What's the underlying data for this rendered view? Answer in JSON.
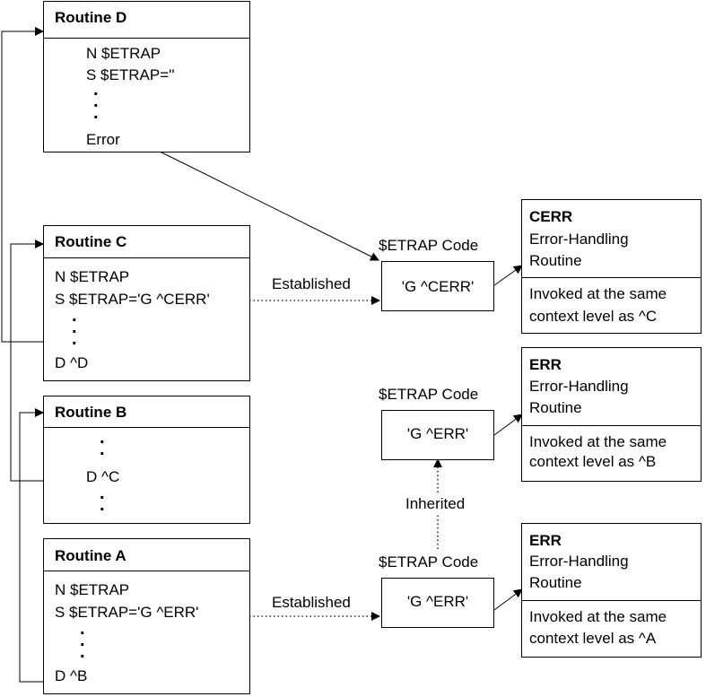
{
  "routine_d": {
    "title": "Routine D",
    "line1": "N $ETRAP",
    "line2": "S $ETRAP=''",
    "line3": "Error"
  },
  "routine_c": {
    "title": "Routine C",
    "line1": "N $ETRAP",
    "line2": "S $ETRAP='G ^CERR'",
    "line3": "D ^D"
  },
  "routine_b": {
    "title": "Routine B",
    "line1": "D ^C"
  },
  "routine_a": {
    "title": "Routine A",
    "line1": "N $ETRAP",
    "line2": "S $ETRAP='G ^ERR'",
    "line3": "D ^B"
  },
  "etrap_c": {
    "label": "$ETRAP Code",
    "code": "'G ^CERR'",
    "established": "Established"
  },
  "etrap_b": {
    "label": "$ETRAP Code",
    "code": "'G ^ERR'",
    "inherited": "Inherited"
  },
  "etrap_a": {
    "label": "$ETRAP Code",
    "code": "'G ^ERR'",
    "established": "Established"
  },
  "handler_c": {
    "name": "CERR",
    "line1": "Error-Handling",
    "line2": "Routine",
    "note1": "Invoked at the same",
    "note2": "context level as ^C"
  },
  "handler_b": {
    "name": "ERR",
    "line1": "Error-Handling",
    "line2": "Routine",
    "note1": "Invoked at the same",
    "note2": "context level as ^B"
  },
  "handler_a": {
    "name": "ERR",
    "line1": "Error-Handling",
    "line2": "Routine",
    "note1": "Invoked at the same",
    "note2": "context level as ^A"
  }
}
